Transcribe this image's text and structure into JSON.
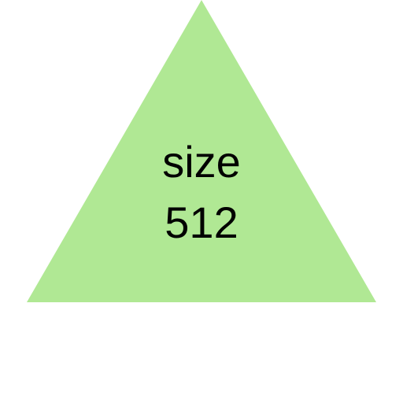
{
  "shape": {
    "kind": "triangle",
    "color": "#b0e894"
  },
  "label": {
    "line1": "size",
    "line2": "512"
  }
}
